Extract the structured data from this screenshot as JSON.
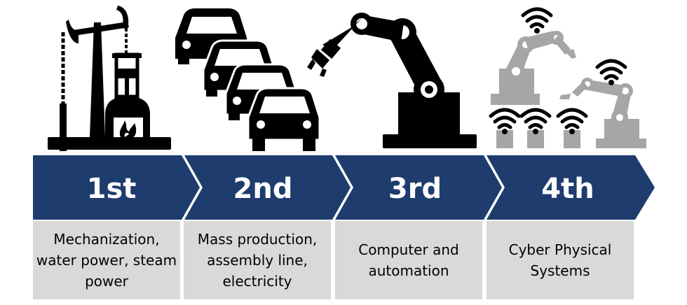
{
  "stages": [
    {
      "label": "1st",
      "description": "Mechanization,\nwater power, steam\npower",
      "icon": "steam-engine-icon"
    },
    {
      "label": "2nd",
      "description": "Mass production,\nassembly line,\nelectricity",
      "icon": "assembly-line-cars-icon"
    },
    {
      "label": "3rd",
      "description": "Computer and\nautomation",
      "icon": "industrial-robot-arm-icon"
    },
    {
      "label": "4th",
      "description": "Cyber Physical\nSystems",
      "icon": "connected-robots-wifi-icon"
    }
  ],
  "colors": {
    "arrow": "#1e3c6e",
    "arrow_text": "#ffffff",
    "box": "#d9d9d9",
    "icon_dark": "#000000",
    "icon_grey": "#a6a6a6"
  }
}
